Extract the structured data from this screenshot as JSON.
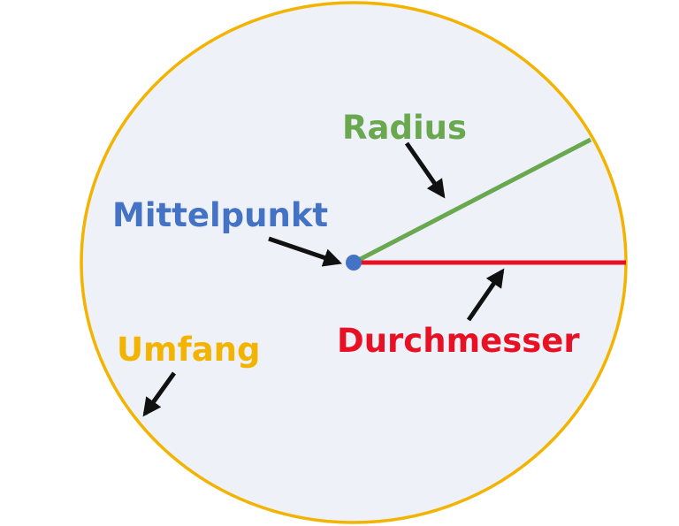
{
  "labels": {
    "radius": "Radius",
    "center": "Mittelpunkt",
    "diameter": "Durchmesser",
    "circumference": "Umfang"
  },
  "colors": {
    "circle_fill": "#eef1f8",
    "circumference": "#f2b400",
    "radius": "#6aa84f",
    "center": "#4472c4",
    "diameter": "#e81123",
    "arrow": "#111111"
  }
}
